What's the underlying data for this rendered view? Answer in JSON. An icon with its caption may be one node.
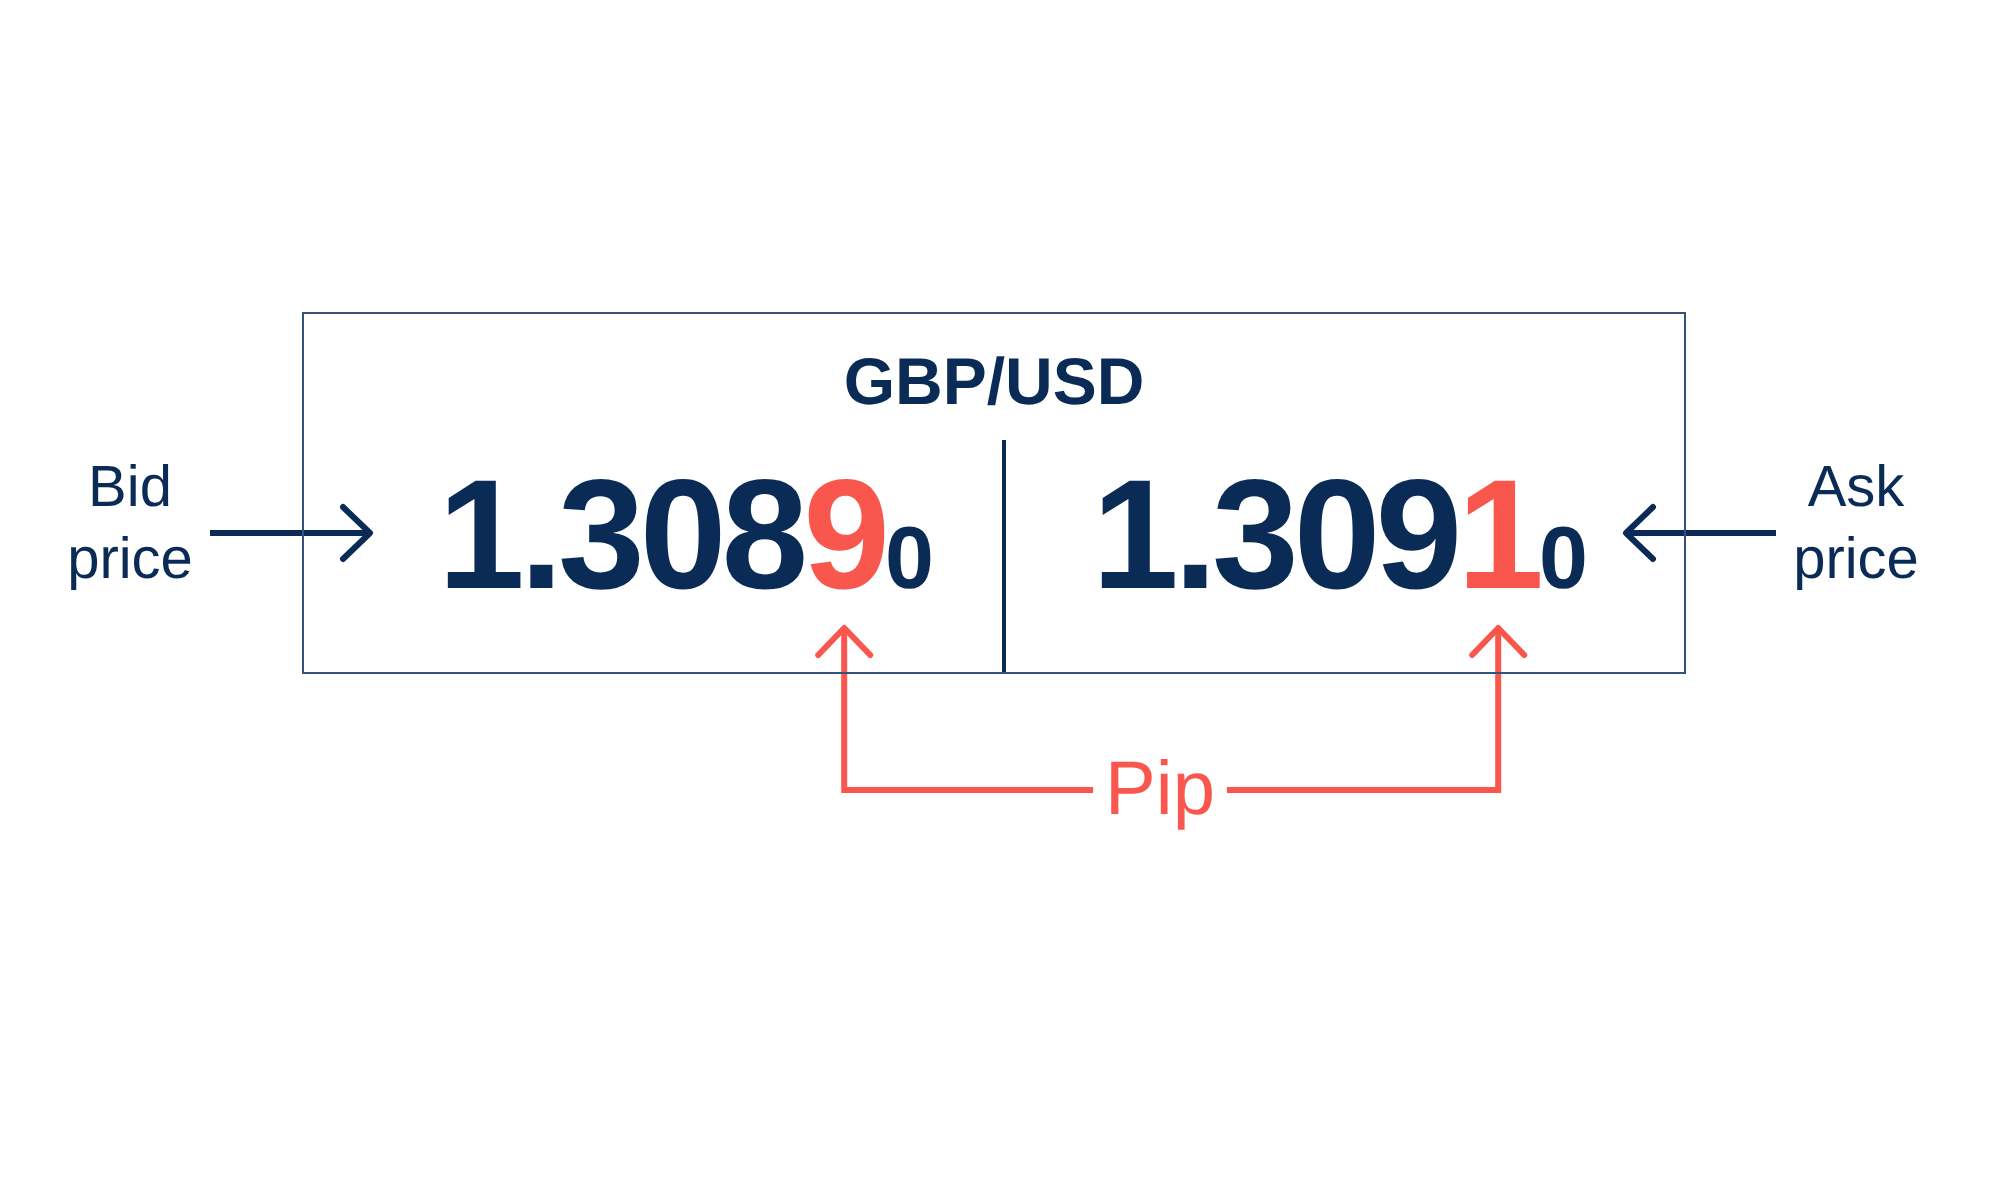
{
  "diagram": {
    "nodes": [
      {
        "text": [
          "GBP/USD"
        ]
      },
      {
        "text": [
          "1.30890"
        ],
        "in": 0
      },
      {
        "text": [
          "1.30910"
        ],
        "in": 0
      },
      {
        "text": [
          "Bid price"
        ]
      },
      {
        "text": [
          "Ask price"
        ]
      },
      {
        "text": [
          "Pip"
        ]
      }
    ],
    "edges": [
      {
        "from": 3,
        "to": 1,
        "arrow": "to"
      },
      {
        "from": 4,
        "to": 2,
        "arrow": "to"
      },
      {
        "from": 5,
        "to": 1,
        "arrow": "to",
        "color": "#f9574d"
      },
      {
        "from": 5,
        "to": 2,
        "arrow": "to",
        "color": "#f9574d"
      }
    ]
  }
}
